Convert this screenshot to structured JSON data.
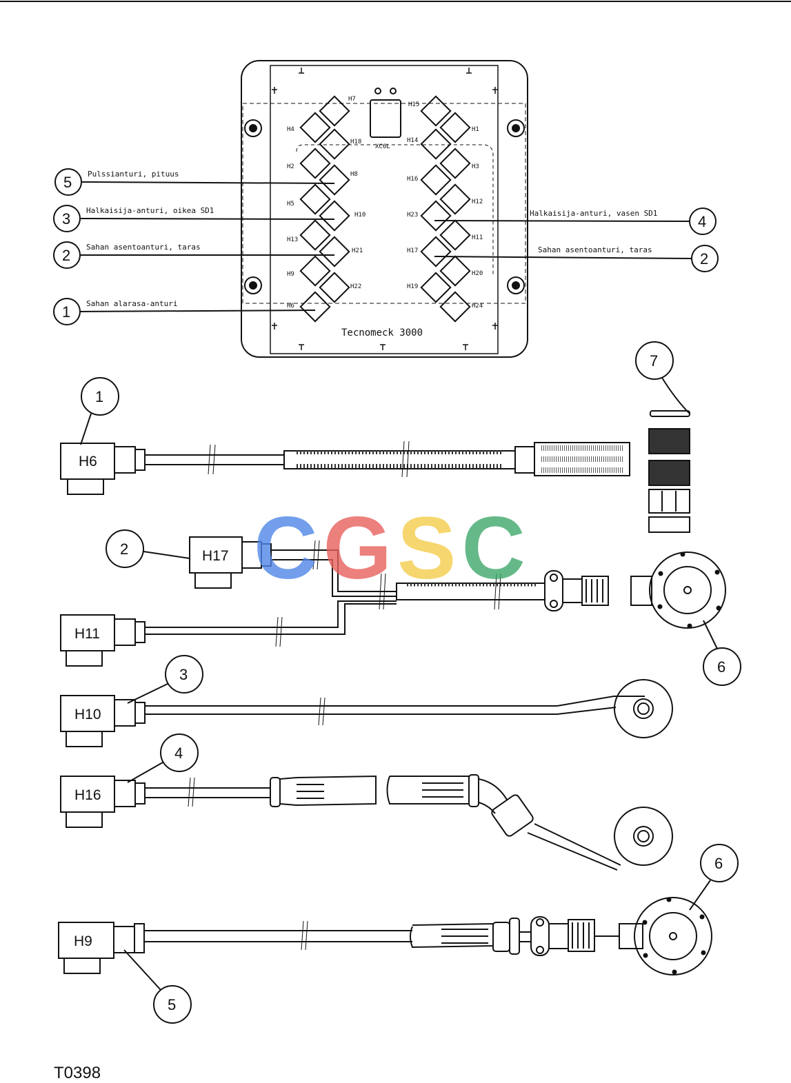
{
  "watermark": {
    "letters": [
      "C",
      "G",
      "S",
      "C"
    ],
    "colors": [
      "#4f86e8",
      "#e8615c",
      "#f5cd4a",
      "#3fa86b"
    ]
  },
  "box": {
    "title": "Tecnomeck 3000",
    "sockets": [
      "H7",
      "H15",
      "H4",
      "H1",
      "H2",
      "H3",
      "H5",
      "H14",
      "H8",
      "H12",
      "H13",
      "H16",
      "H11",
      "H10",
      "H17",
      "H20",
      "H9",
      "H22",
      "H19",
      "H21",
      "H6",
      "H23",
      "H18",
      "H24",
      "XC6L"
    ],
    "left_callouts": [
      {
        "num": "5",
        "text": "Pulssianturi, pituus"
      },
      {
        "num": "3",
        "text": "Halkaisija-anturi, oikea SD1"
      },
      {
        "num": "2",
        "text": "Sahan asentoanturi, taras"
      },
      {
        "num": "1",
        "text": "Sahan alarasa-anturi"
      }
    ],
    "right_callouts": [
      {
        "num": "4",
        "text": "Halkaisija-anturi, vasen SD1"
      },
      {
        "num": "2",
        "text": "Sahan asentoanturi, taras"
      }
    ]
  },
  "cables": [
    {
      "num": "1",
      "connector": "H6"
    },
    {
      "num": "2",
      "connector": "H17"
    },
    {
      "connector": "H11"
    },
    {
      "num": "3",
      "connector": "H10"
    },
    {
      "num": "4",
      "connector": "H16"
    },
    {
      "num": "5",
      "connector": "H9"
    }
  ],
  "part_callouts": [
    "7",
    "6",
    "6"
  ],
  "drawing_code": "T0398"
}
